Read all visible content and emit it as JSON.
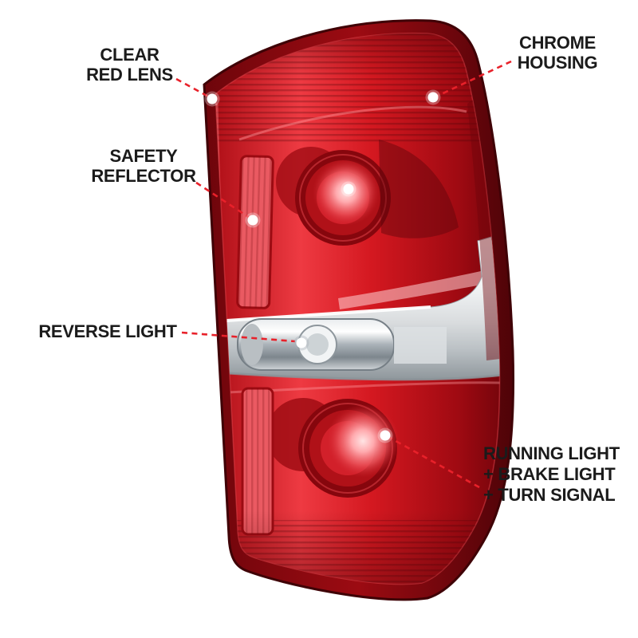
{
  "callouts": [
    {
      "id": "clear-red-lens",
      "label": "CLEAR RED LENS",
      "lines": [
        "CLEAR",
        "RED LENS"
      ]
    },
    {
      "id": "chrome-housing",
      "label": "CHROME HOUSING",
      "lines": [
        "CHROME",
        "HOUSING"
      ]
    },
    {
      "id": "safety-reflector",
      "label": "SAFETY REFLECTOR",
      "lines": [
        "SAFETY",
        "REFLECTOR"
      ]
    },
    {
      "id": "reverse-light",
      "label": "REVERSE LIGHT",
      "lines": [
        "REVERSE LIGHT"
      ]
    },
    {
      "id": "running-brake-turn",
      "label": "RUNNING LIGHT + BRAKE LIGHT + TURN SIGNAL",
      "lines": [
        "RUNNING LIGHT",
        "+ BRAKE LIGHT",
        "+ TURN SIGNAL"
      ]
    }
  ],
  "colors": {
    "background": "#ffffff",
    "callout_line": "#e8212a",
    "callout_dot": "#ffffff",
    "label_text": "#1b1b1b",
    "lens_red": "#d2202a",
    "lens_dark_red": "#7a060c",
    "chrome_band": "#d9dcde"
  }
}
